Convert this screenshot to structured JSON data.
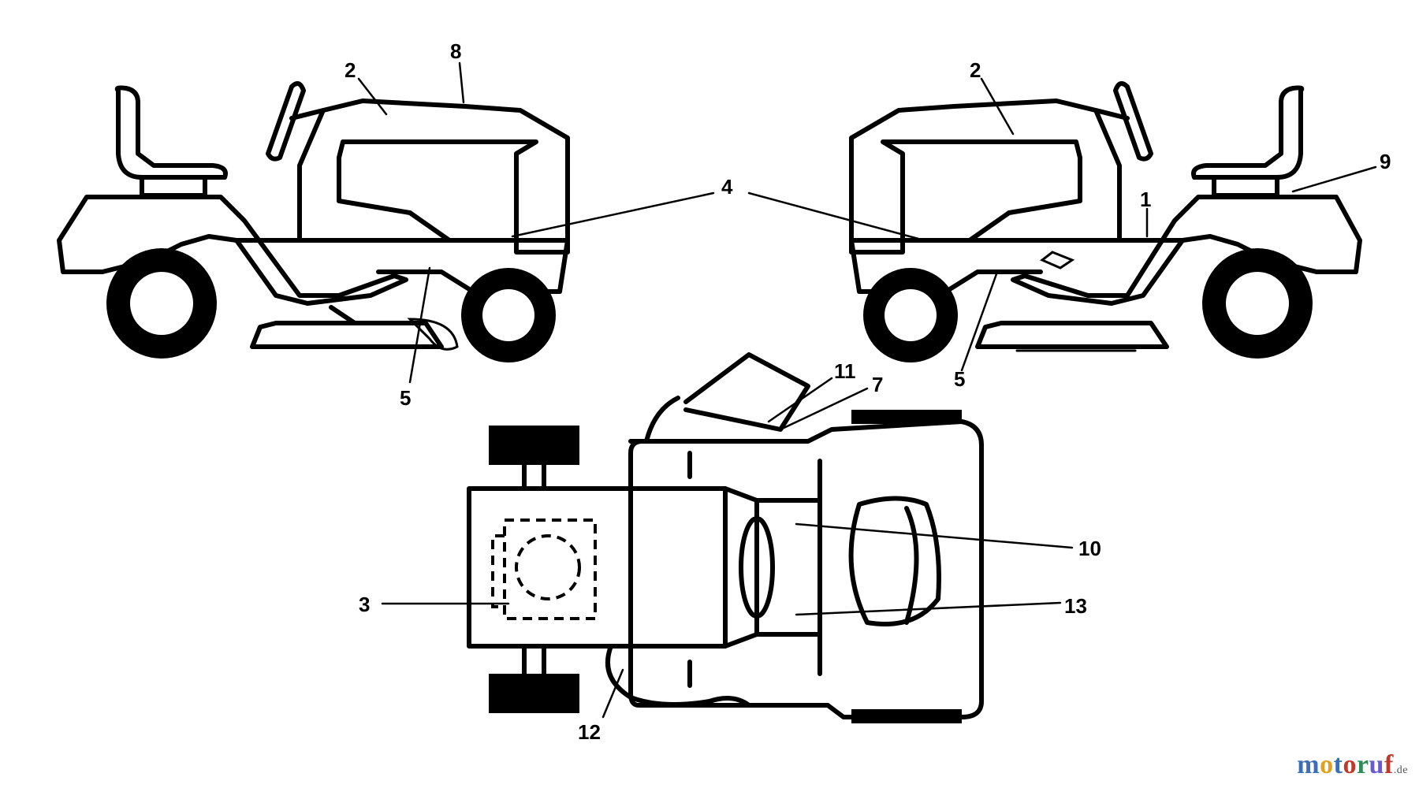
{
  "callouts": {
    "c1": "1",
    "c2_left": "2",
    "c2_right": "2",
    "c3": "3",
    "c4": "4",
    "c5_left": "5",
    "c5_right": "5",
    "c7": "7",
    "c8": "8",
    "c9": "9",
    "c10": "10",
    "c11": "11",
    "c12": "12",
    "c13": "13"
  },
  "watermark": {
    "letters": [
      "m",
      "o",
      "t",
      "o",
      "r",
      "u",
      "f"
    ],
    "colors": [
      "#3b6fb6",
      "#e0a21a",
      "#3b6fb6",
      "#c0392b",
      "#2e8b57",
      "#6a5acd",
      "#c0392b"
    ],
    "tld": ".de"
  }
}
